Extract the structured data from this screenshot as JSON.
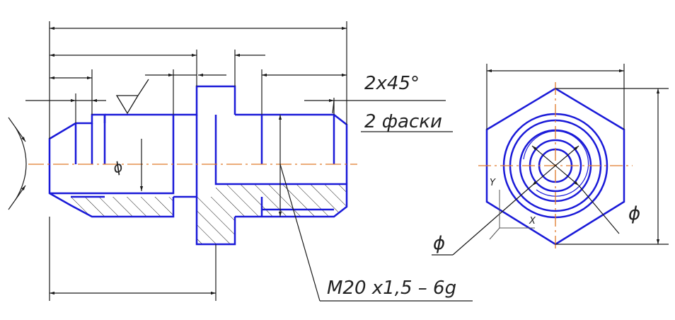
{
  "annotations": {
    "chamfer_size": "2x45°",
    "chamfer_note": "2 фаски",
    "thread_spec": "M20 x1,5 – 6g",
    "diameter_symbol_1": "ϕ",
    "diameter_symbol_2": "ϕ",
    "diameter_symbol_3": "ϕ",
    "axis_y": "Y",
    "axis_x": "X"
  },
  "colors": {
    "outline": "#1a1ad8",
    "dimension": "#1a1a1a",
    "hatch": "#1a1a1a",
    "centerline": "#e07a2a",
    "background": "#ffffff"
  }
}
